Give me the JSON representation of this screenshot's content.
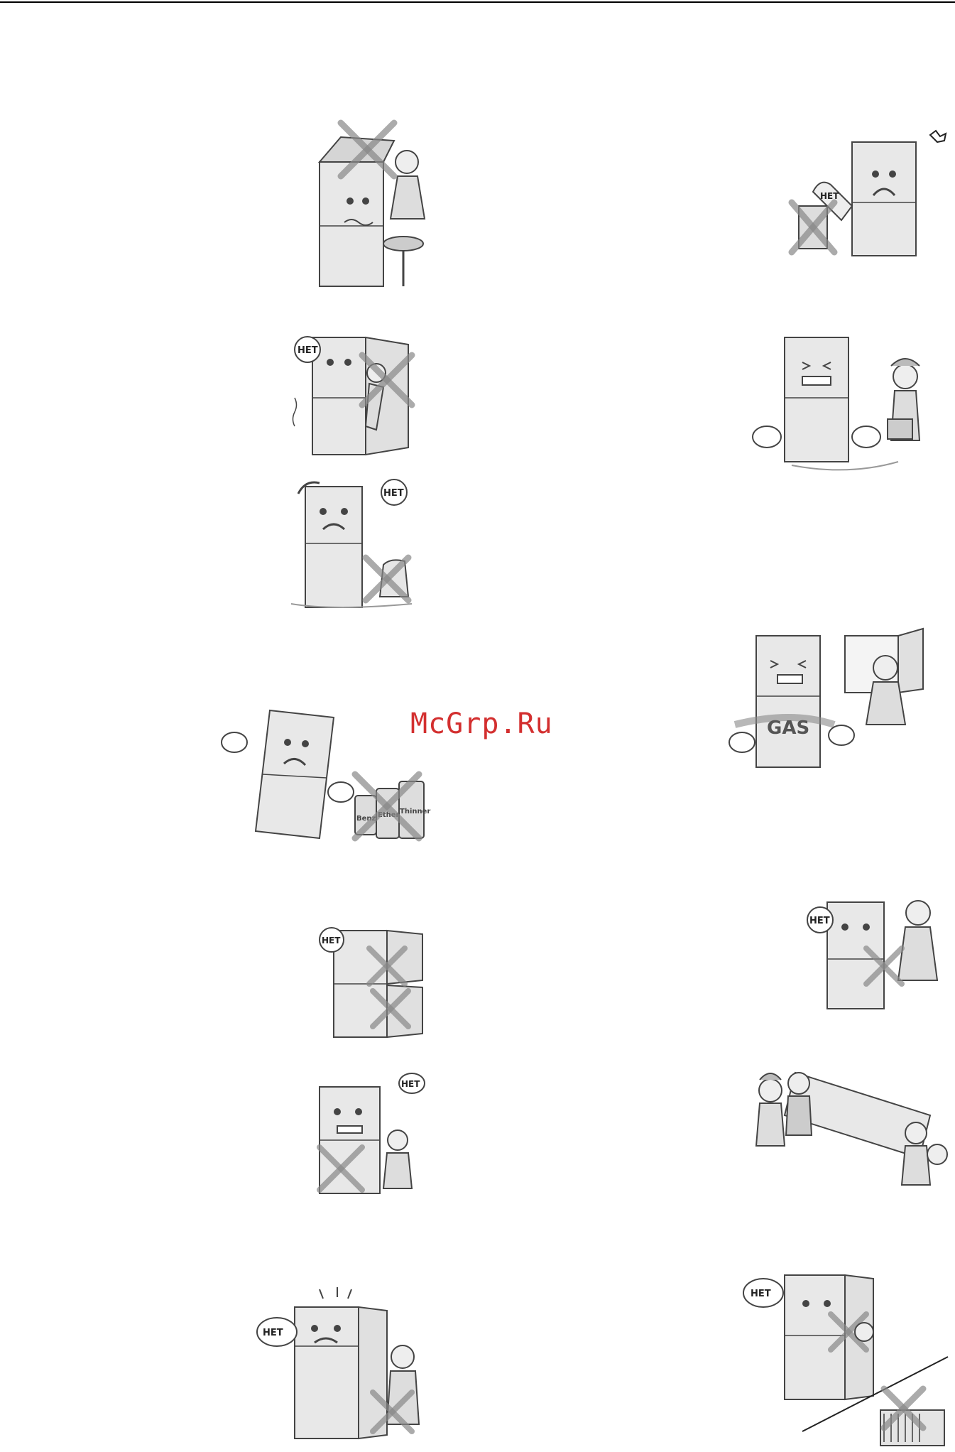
{
  "page": {
    "top_rule": true
  },
  "watermark": {
    "text": "McGrp.Ru",
    "color": "#d32f2f"
  },
  "labels": {
    "no_sign": "НЕТ",
    "gas": "GAS",
    "ether": "Ether",
    "benzene": "Benzene",
    "thinner": "Thinner"
  },
  "illustrations": [
    {
      "name": "child-climbing-door",
      "icon": "refrigerator-child-x-icon"
    },
    {
      "name": "unplug-wet-hands",
      "icon": "refrigerator-hand-x-icon"
    },
    {
      "name": "child-inside-fridge",
      "icon": "refrigerator-child-inside-icon"
    },
    {
      "name": "no-water-spray",
      "icon": "refrigerator-water-icon"
    },
    {
      "name": "no-self-repair",
      "icon": "refrigerator-repairman-icon"
    },
    {
      "name": "gas-leak-open-window",
      "icon": "refrigerator-gas-window-icon"
    },
    {
      "name": "no-flammables",
      "icon": "refrigerator-flammables-icon"
    },
    {
      "name": "no-hanging-door",
      "icon": "refrigerator-door-hang-icon"
    },
    {
      "name": "no-touch-wet-hands",
      "icon": "refrigerator-wet-hands-icon"
    },
    {
      "name": "child-reaching",
      "icon": "refrigerator-child-reach-icon"
    },
    {
      "name": "carry-with-people",
      "icon": "refrigerator-carrying-icon"
    },
    {
      "name": "child-behind-door",
      "icon": "refrigerator-child-door-icon"
    },
    {
      "name": "no-stairs-install",
      "icon": "refrigerator-stairs-icon"
    }
  ]
}
